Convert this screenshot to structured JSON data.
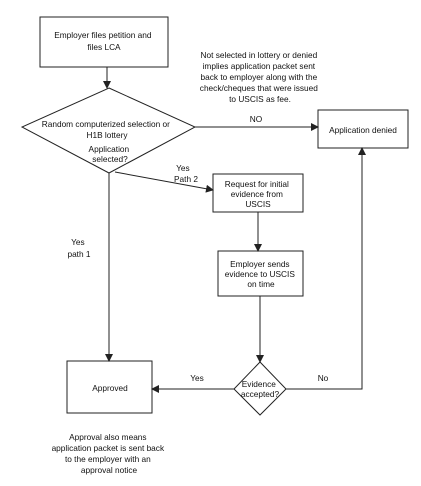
{
  "diagram": {
    "nodes": {
      "start": [
        "Employer files petition and",
        "files LCA"
      ],
      "lottery_title": [
        "Random computerized selection or",
        "H1B lottery"
      ],
      "lottery_question": [
        "Application",
        "selected?"
      ],
      "request_evidence": [
        "Request for initial",
        "evidence from",
        "USCIS"
      ],
      "send_evidence": [
        "Employer sends",
        "evidence to USCIS",
        "on time"
      ],
      "denied": [
        "Application denied"
      ],
      "approved": [
        "Approved"
      ],
      "evidence_check": [
        "Evidence",
        "accepted?"
      ]
    },
    "edges": {
      "no_to_denied": "NO",
      "yes_path2": [
        "Yes",
        "Path 2"
      ],
      "yes_path1": [
        "Yes",
        "path 1"
      ],
      "evidence_yes": "Yes",
      "evidence_no": "No"
    },
    "notes": {
      "denial_note": [
        "Not selected in lottery or denied",
        "implies application packet sent",
        "back to employer along with the",
        "check/cheques that were issued",
        "to USCIS as fee."
      ],
      "approval_note": [
        "Approval also means",
        "application packet is sent back",
        "to the employer with an",
        "approval notice"
      ]
    }
  }
}
